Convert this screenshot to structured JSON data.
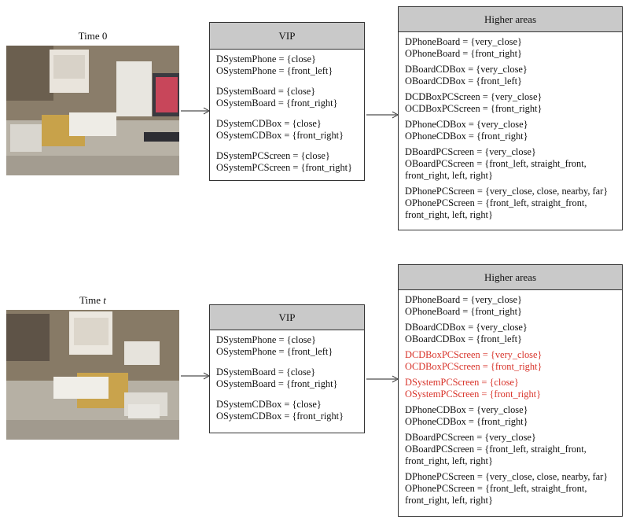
{
  "panels": [
    {
      "time_label": "Time ",
      "time_var": "0",
      "vip": {
        "title": "VIP",
        "lines": [
          [
            "DSystemPhone = {close}",
            "OSystemPhone = {front_left}"
          ],
          [
            "DSystemBoard = {close}",
            "OSystemBoard = {front_right}"
          ],
          [
            "DSystemCDBox = {close}",
            "OSystemCDBox = {front_right}"
          ],
          [
            "DSystemPCScreen = {close}",
            "OSystemPCScreen = {front_right}"
          ]
        ]
      },
      "higher": {
        "title": "Higher areas",
        "groups": [
          [
            "DPhoneBoard = {very_close}",
            "OPhoneBoard = {front_right}"
          ],
          [
            "DBoardCDBox = {very_close}",
            "OBoardCDBox = {front_left}"
          ],
          [
            "DCDBoxPCScreen = {very_close}",
            "OCDBoxPCScreen = {front_right}"
          ],
          [
            "DPhoneCDBox = {very_close}",
            "OPhoneCDBox = {front_right}"
          ],
          [
            "DBoardPCScreen = {very_close}",
            "OBoardPCScreen = {front_left, straight_front,",
            "front_right, left, right}"
          ],
          [
            "DPhonePCScreen = {very_close, close, nearby, far}",
            "OPhonePCScreen = {front_left, straight_front,",
            "front_right, left, right}"
          ]
        ]
      }
    },
    {
      "time_label": "Time ",
      "time_var": "t",
      "vip": {
        "title": "VIP",
        "lines": [
          [
            "DSystemPhone = {close}",
            "OSystemPhone = {front_left}"
          ],
          [
            "DSystemBoard = {close}",
            "OSystemBoard = {front_right}"
          ],
          [
            "DSystemCDBox = {close}",
            "OSystemCDBox = {front_right}"
          ]
        ]
      },
      "higher": {
        "title": "Higher areas",
        "groups": [
          [
            "DPhoneBoard = {very_close}",
            "OPhoneBoard = {front_right}"
          ],
          [
            "DBoardCDBox = {very_close}",
            "OBoardCDBox = {front_left}"
          ],
          [
            "DCDBoxPCScreen = {very_close}",
            "OCDBoxPCScreen = {front_right}"
          ],
          [
            "DSystemPCScreen = {close}",
            "OSystemPCScreen = {front_right}"
          ],
          [
            "DPhoneCDBox = {very_close}",
            "OPhoneCDBox = {front_right}"
          ],
          [
            "DBoardPCScreen = {very_close}",
            "OBoardPCScreen = {front_left, straight_front,",
            "front_right, left, right}"
          ],
          [
            "DPhonePCScreen = {very_close, close, nearby, far}",
            "OPhonePCScreen = {front_left, straight_front,",
            "front_right, left, right}"
          ]
        ],
        "highlighted_groups": [
          2,
          3
        ]
      }
    }
  ],
  "colors": {
    "highlight": "#d8332a",
    "header_fill": "#c9c9c9"
  }
}
